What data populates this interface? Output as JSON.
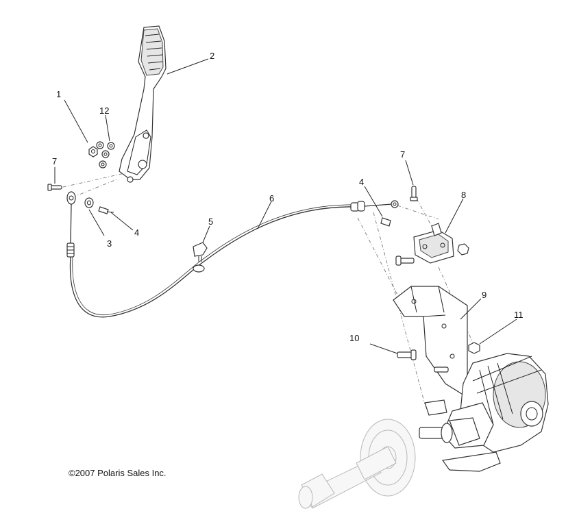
{
  "copyright": "©2007 Polaris Sales Inc.",
  "callouts": {
    "c1": "1",
    "c2": "2",
    "c3": "3",
    "c4a": "4",
    "c4b": "4",
    "c5": "5",
    "c6": "6",
    "c7a": "7",
    "c7b": "7",
    "c8": "8",
    "c9": "9",
    "c10": "10",
    "c11": "11",
    "c12": "12"
  }
}
